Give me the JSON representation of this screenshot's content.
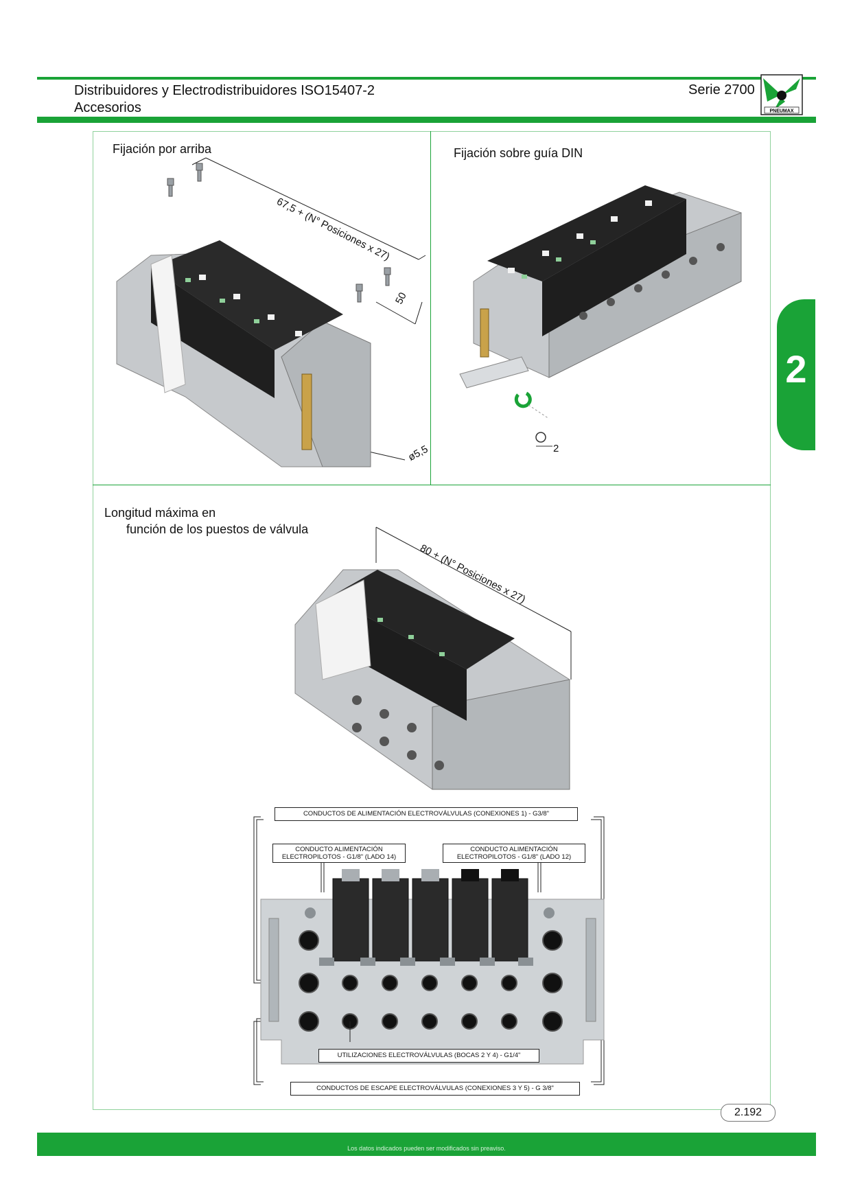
{
  "header": {
    "title_line1": "Distribuidores y Electrodistribuidores ISO15407-2",
    "title_line2": "Accesorios",
    "series": "Serie 2700",
    "logo_text": "PNEUMAX"
  },
  "sections": {
    "top_left_label": "Fijación por arriba",
    "top_right_label": "Fijación sobre guía DIN",
    "bottom_label_line1": "Longitud máxima en",
    "bottom_label_line2": "función de los puestos de válvula"
  },
  "dimensions": {
    "top_left_length": "67,5 + (N° Posiciones x 27)",
    "top_left_depth": "50",
    "top_left_hole": "ø5,5",
    "top_right_key": "2",
    "bottom_length": "80 + (N° Posiciones x 27)"
  },
  "schematic": {
    "supply_main": "CONDUCTOS DE ALIMENTACIÓN ELECTROVÁLVULAS (CONEXIONES 1) - G3/8\"",
    "pilot_left_line1": "CONDUCTO ALIMENTACIÓN",
    "pilot_left_line2": "ELECTROPILOTOS - G1/8\" (LADO 14)",
    "pilot_right_line1": "CONDUCTO ALIMENTACIÓN",
    "pilot_right_line2": "ELECTROPILOTOS - G1/8\" (LADO 12)",
    "outputs": "UTILIZACIONES ELECTROVÁLVULAS (BOCAS 2 Y 4) - G1/4\"",
    "exhaust": "CONDUCTOS DE ESCAPE ELECTROVÁLVULAS (CONEXIONES 3 Y 5) - G 3/8\""
  },
  "side_tab": "2",
  "footer": {
    "note": "Los datos indicados pueden ser modificados sin preaviso.",
    "page": "2.192"
  }
}
